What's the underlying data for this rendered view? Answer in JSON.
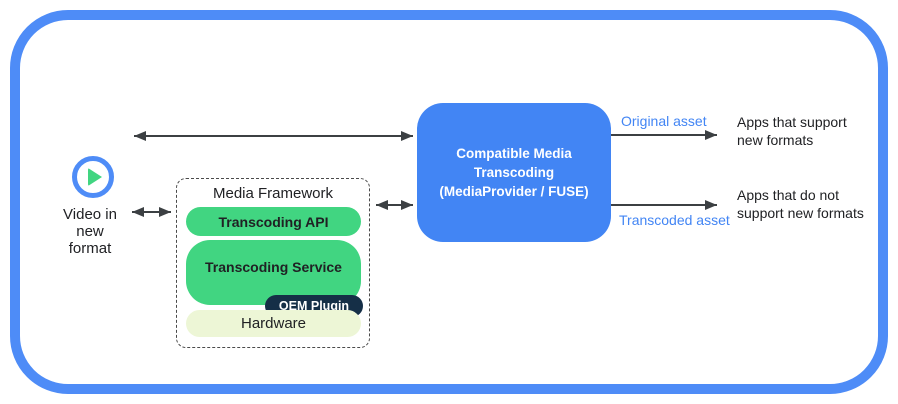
{
  "source": {
    "icon": "play-icon",
    "label": "Video in\nnew\nformat"
  },
  "framework": {
    "title": "Media Framework",
    "api_label": "Transcoding API",
    "service_label": "Transcoding Service",
    "plugin_label": "OEM Plugin",
    "hardware_label": "Hardware"
  },
  "transcoder": {
    "label": "Compatible Media\nTranscoding\n(MediaProvider / FUSE)"
  },
  "flows": {
    "original": "Original asset",
    "transcoded": "Transcoded asset"
  },
  "targets": {
    "support": "Apps that support\nnew formats",
    "no_support": "Apps that do not\nsupport new formats"
  },
  "colors": {
    "frame_border_blue": "#4e8cf7",
    "transcoder_blue": "#4285f4",
    "flow_label_blue": "#4285f4",
    "layer_green": "#41d581",
    "hardware_pale_green": "#edf6d6",
    "oem_plugin_navy": "#152f47",
    "arrow_gray": "#3c4043",
    "text_dark": "#202124"
  }
}
